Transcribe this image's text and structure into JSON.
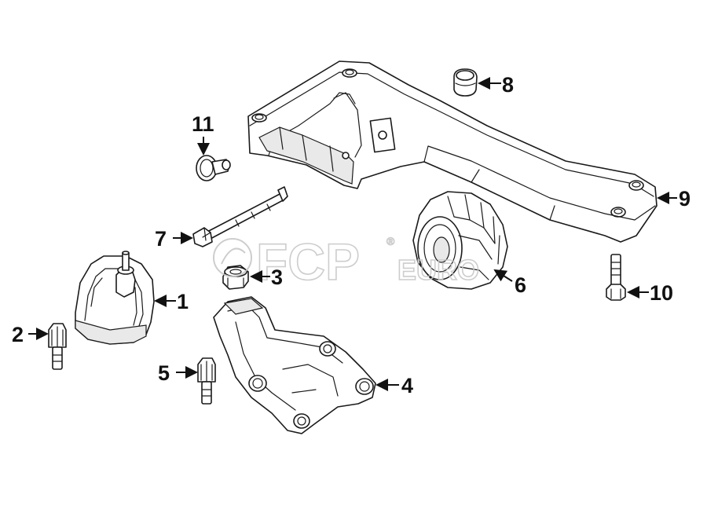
{
  "watermark": {
    "brand": "FCP",
    "suffix": "EURO",
    "registered": "®"
  },
  "callouts": [
    {
      "id": "1",
      "label": "1"
    },
    {
      "id": "2",
      "label": "2"
    },
    {
      "id": "3",
      "label": "3"
    },
    {
      "id": "4",
      "label": "4"
    },
    {
      "id": "5",
      "label": "5"
    },
    {
      "id": "6",
      "label": "6"
    },
    {
      "id": "7",
      "label": "7"
    },
    {
      "id": "8",
      "label": "8"
    },
    {
      "id": "9",
      "label": "9"
    },
    {
      "id": "10",
      "label": "10"
    },
    {
      "id": "11",
      "label": "11"
    }
  ],
  "colors": {
    "line": "#1a1a1a",
    "watermark": "#c8c8c8",
    "background": "#ffffff"
  }
}
